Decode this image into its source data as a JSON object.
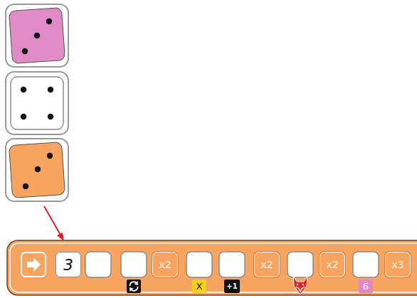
{
  "diagram": {
    "nodes": [
      {
        "text": [
          "3"
        ]
      },
      {
        "text": [
          "x2"
        ]
      },
      {
        "text": [
          "X"
        ]
      },
      {
        "text": [
          "+1"
        ]
      },
      {
        "text": [
          "x2"
        ]
      },
      {
        "text": [
          "x2"
        ]
      },
      {
        "text": [
          "6"
        ]
      },
      {
        "text": [
          "x3"
        ]
      }
    ]
  }
}
